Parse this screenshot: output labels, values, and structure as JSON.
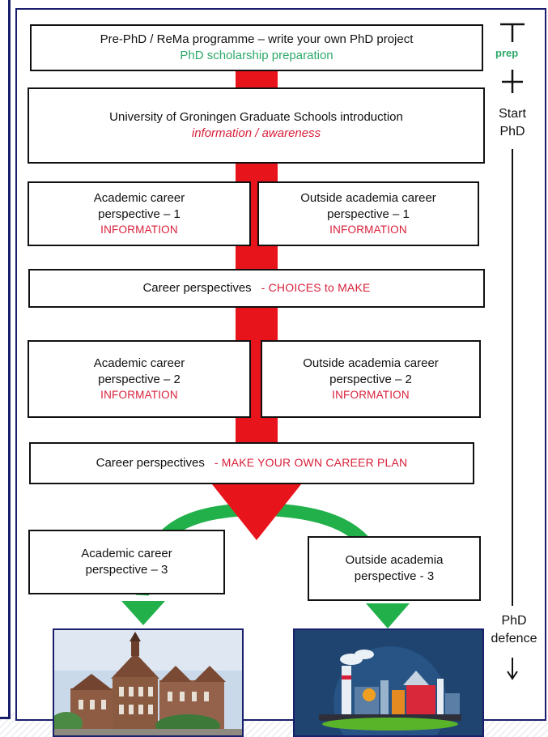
{
  "boxes": {
    "prephd": {
      "title": "Pre-PhD / ReMa programme – write your own PhD project",
      "sub": "PhD scholarship preparation"
    },
    "graduate": {
      "title": "University of Groningen Graduate Schools introduction",
      "sub": "information / awareness"
    },
    "academic1": {
      "line1": "Academic career",
      "line2": "perspective – 1",
      "tag": "INFORMATION"
    },
    "outside1": {
      "line1": "Outside academia career",
      "line2": "perspective – 1",
      "tag": "INFORMATION"
    },
    "choices": {
      "text": "Career perspectives",
      "tag": "- CHOICES to MAKE"
    },
    "academic2": {
      "line1": "Academic career",
      "line2": "perspective – 2",
      "tag": "INFORMATION"
    },
    "outside2": {
      "line1": "Outside academia career",
      "line2": "perspective – 2",
      "tag": "INFORMATION"
    },
    "plan": {
      "text": "Career perspectives",
      "tag": "- MAKE YOUR OWN CAREER PLAN"
    },
    "academic3": {
      "line1": "Academic career",
      "line2": "perspective – 3"
    },
    "outside3": {
      "line1": "Outside academia",
      "line2": "perspective - 3"
    }
  },
  "timeline": {
    "prep": "prep",
    "start_line1": "Start",
    "start_line2": "PhD",
    "end_line1": "PhD",
    "end_line2": "defence"
  },
  "colors": {
    "navy": "#1a1f6b",
    "red_arrow": "#e8141b",
    "green_arrow": "#22b04b",
    "green_text": "#2ea86a",
    "red_text": "#d8203a"
  }
}
